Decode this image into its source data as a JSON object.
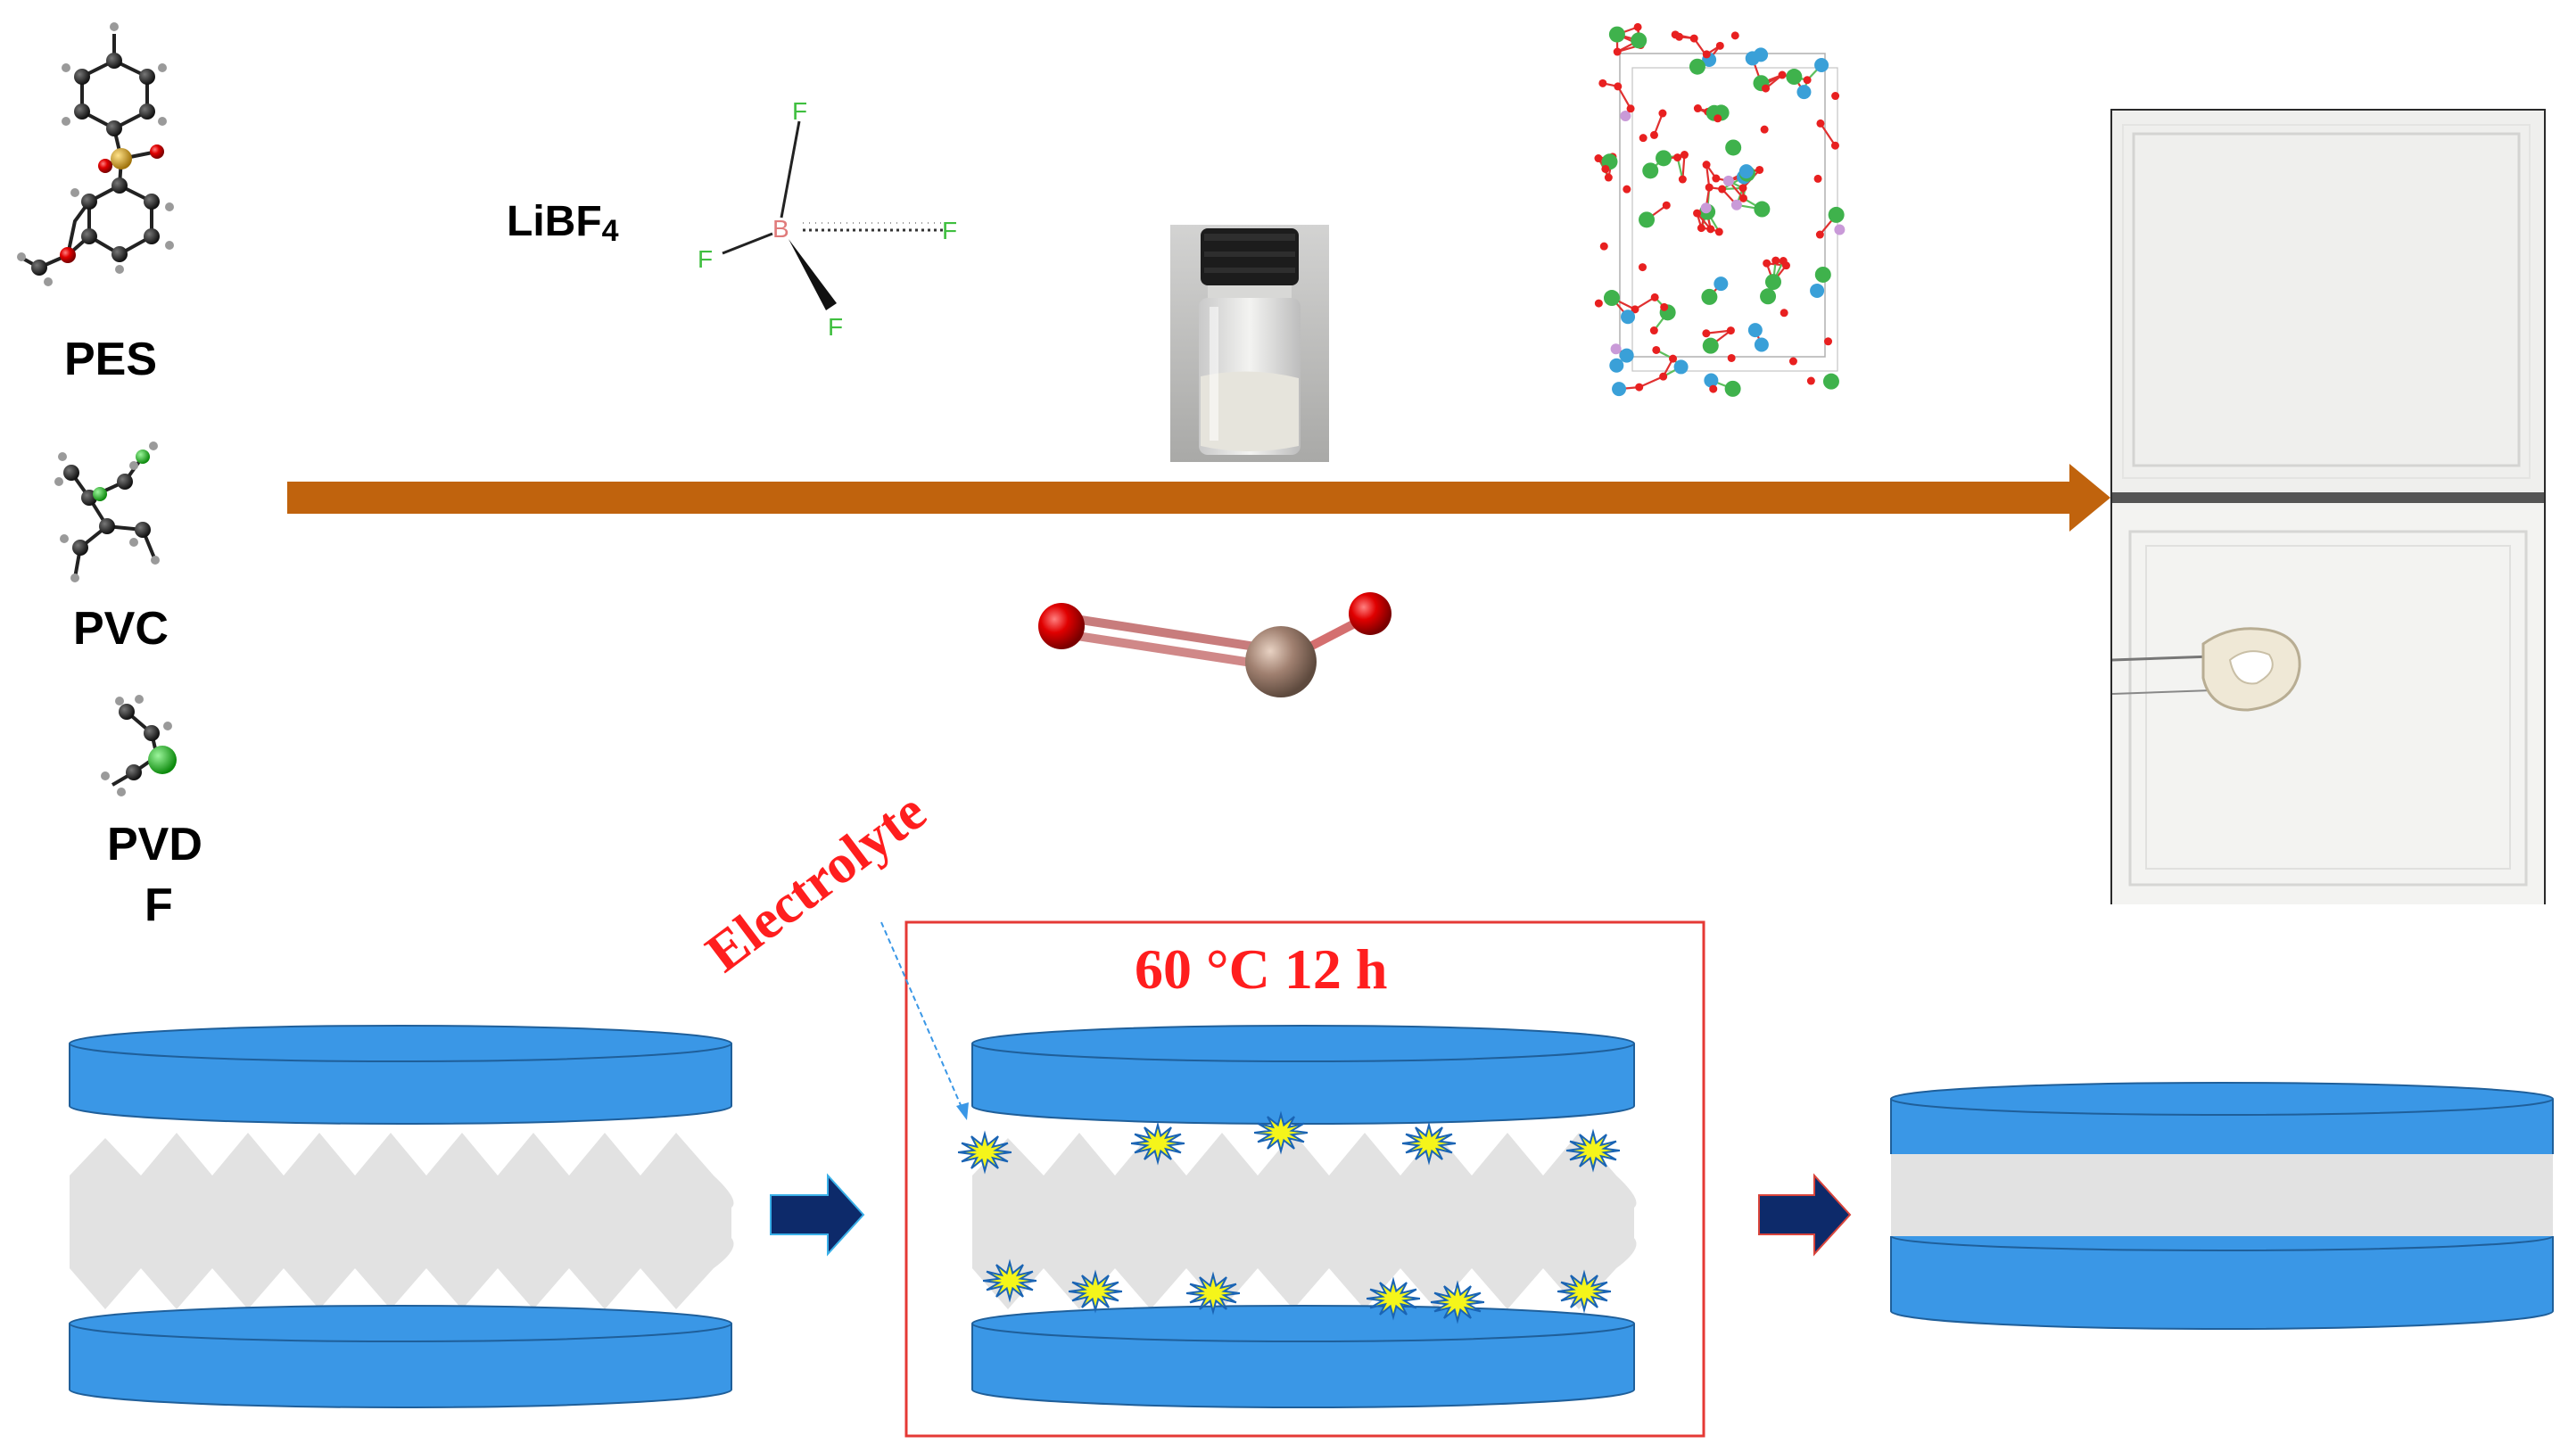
{
  "labels": {
    "pes": "PES",
    "pvc": "PVC",
    "pvdf_line1": "PVD",
    "pvdf_line2": "F",
    "libf4_main": "LiBF",
    "libf4_sub": "4"
  },
  "bf4_atoms": {
    "fluorine": "F",
    "boron": "B"
  },
  "annotations": {
    "electrolyte": "Electrolyte",
    "condition": "60 °C  12 h"
  },
  "colors": {
    "main_arrow": "#c0630d",
    "plate_blue": "#3a97e6",
    "membrane_gray": "#e2e2e2",
    "small_arrow": "#0d2a6a",
    "text_red": "#ff1e1e",
    "box_red": "#e53935",
    "starburst_fill": "#f5f51a",
    "starburst_edge": "#1a64b4"
  },
  "icons": {
    "vial": "vial-photo-icon",
    "crystal": "crystal-structure-icon",
    "molecule": "co2-molecule-icon",
    "membrane_photo": "membrane-photo-icon"
  }
}
